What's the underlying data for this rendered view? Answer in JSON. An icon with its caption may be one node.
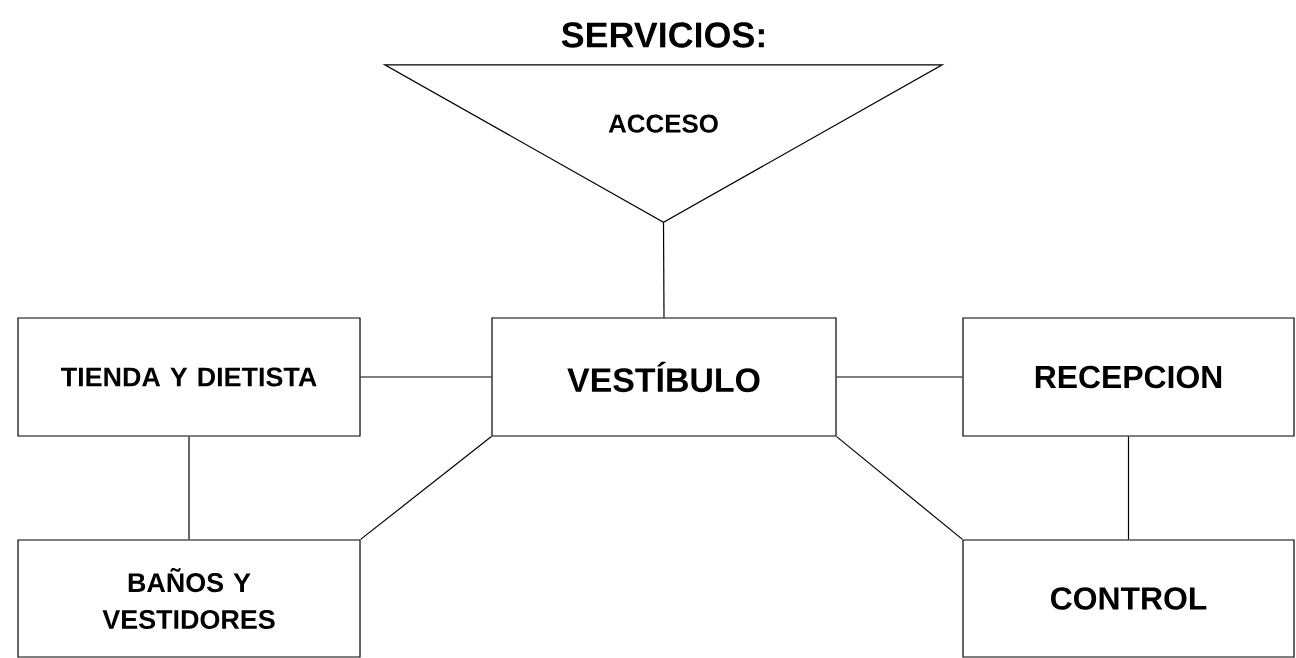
{
  "diagram": {
    "title": "SERVICIOS:",
    "nodes": [
      {
        "text": [
          "ACCESO"
        ]
      },
      {
        "text": [
          "TIENDA Y DIETISTA"
        ]
      },
      {
        "text": [
          "VESTÍBULO"
        ]
      },
      {
        "text": [
          "RECEPCION"
        ]
      },
      {
        "text": [
          "BAÑOS Y VESTIDORES"
        ]
      },
      {
        "text": [
          "CONTROL"
        ]
      }
    ],
    "edges": [
      {
        "from": 0,
        "to": 2,
        "arrow": "none"
      },
      {
        "from": 1,
        "to": 2,
        "arrow": "none"
      },
      {
        "from": 2,
        "to": 3,
        "arrow": "none"
      },
      {
        "from": 1,
        "to": 4,
        "arrow": "none"
      },
      {
        "from": 2,
        "to": 4,
        "arrow": "none"
      },
      {
        "from": 2,
        "to": 5,
        "arrow": "none"
      },
      {
        "from": 3,
        "to": 5,
        "arrow": "none"
      }
    ]
  }
}
